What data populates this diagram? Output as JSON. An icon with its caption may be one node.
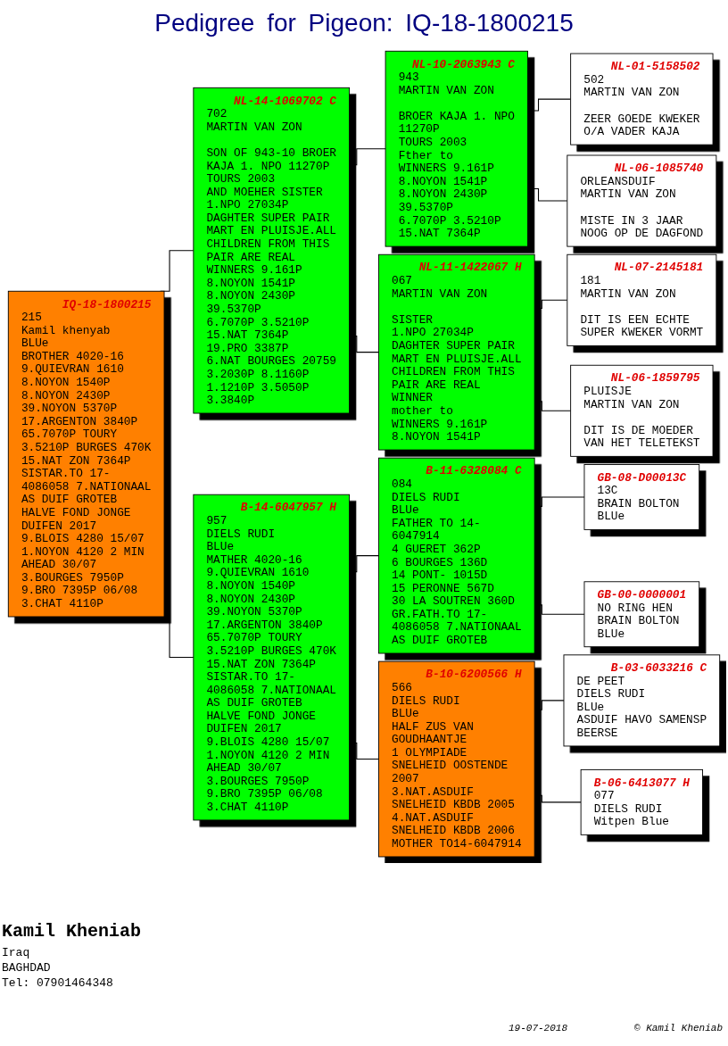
{
  "diagram": {
    "title": "Pedigree for Pigeon: IQ-18-1800215",
    "nodes": [
      {
        "text": [
          "IQ-18-1800215",
          "215",
          "Kamil khenyab",
          "BLUe",
          "BROTHER 4020-16",
          "9.QUIEVRAN 1610",
          "8.NOYON 1540P",
          "8.NOYON 2430P",
          "39.NOYON 5370P",
          "17.ARGENTON 3840P",
          "65.7070P TOURY",
          "3.5210P BURGES 470K",
          "15.NAT ZON 7364P",
          "SISTAR.TO 17-",
          "4086058 7.NATIONAAL",
          "AS DUIF GROTEB",
          "HALVE FOND JONGE",
          "DUIFEN 2017",
          "9.BLOIS 4280 15/07",
          "1.NOYON 4120 2 MIN",
          "AHEAD 30/07",
          "3.BOURGES 7950P",
          "9.BRO 7395P 06/08",
          "3.CHAT 4110P"
        ]
      },
      {
        "text": [
          "NL-14-1069702 C",
          "702",
          "MARTIN VAN ZON",
          "SON OF 943-10 BROER",
          "KAJA 1. NPO 11270P",
          "TOURS 2003",
          "AND MOEHER SISTER",
          "1.NPO 27034P",
          "DAGHTER SUPER PAIR",
          "MART EN PLUISJE.ALL",
          "CHILDREN FROM THIS",
          "PAIR ARE REAL",
          "WINNERS 9.161P",
          "8.NOYON 1541P",
          "8.NOYON 2430P",
          "39.5370P",
          "6.7070P 3.5210P",
          "15.NAT 7364P",
          "19.PRO 3387P",
          "6.NAT BOURGES 20759",
          "3.2030P 8.1160P",
          "1.1210P 3.5050P",
          "3.3840P"
        ]
      },
      {
        "text": [
          "B-14-6047957 H",
          "957",
          "DIELS RUDI",
          "BLUe",
          "MATHER 4020-16",
          "9.QUIEVRAN 1610",
          "8.NOYON 1540P",
          "8.NOYON 2430P",
          "39.NOYON 5370P",
          "17.ARGENTON 3840P",
          "65.7070P TOURY",
          "3.5210P BURGES 470K",
          "15.NAT ZON 7364P",
          "SISTAR.TO 17-",
          "4086058 7.NATIONAAL",
          "AS DUIF GROTEB",
          "HALVE FOND JONGE",
          "DUIFEN 2017",
          "9.BLOIS 4280 15/07",
          "1.NOYON 4120 2 MIN",
          "AHEAD 30/07",
          "3.BOURGES 7950P",
          "9.BRO 7395P 06/08",
          "3.CHAT 4110P"
        ]
      },
      {
        "text": [
          "NL-10-2063943 C",
          "943",
          "MARTIN VAN ZON",
          "BROER KAJA 1. NPO",
          "11270P",
          "TOURS 2003",
          "Fther to",
          "WINNERS 9.161P",
          "8.NOYON 1541P",
          "8.NOYON 2430P",
          "39.5370P",
          "6.7070P 3.5210P",
          "15.NAT 7364P"
        ]
      },
      {
        "text": [
          "NL-11-1422067 H",
          "067",
          "MARTIN VAN ZON",
          "SISTER",
          "1.NPO 27034P",
          "DAGHTER SUPER PAIR",
          "MART EN PLUISJE.ALL",
          "CHILDREN FROM THIS",
          "PAIR ARE REAL",
          "WINNER",
          "mother to",
          "WINNERS 9.161P",
          "8.NOYON 1541P"
        ]
      },
      {
        "text": [
          "B-11-6328084 C",
          "084",
          "DIELS RUDI",
          "BLUe",
          "FATHER TO 14-",
          "6047914",
          "4 GUERET 362P",
          "6 BOURGES 136D",
          "14 PONT- 1015D",
          "15 PERONNE 567D",
          "30 LA SOUTREN 360D",
          "GR.FATH.TO 17-",
          "4086058 7.NATIONAAL",
          "AS DUIF GROTEB"
        ]
      },
      {
        "text": [
          "B-10-6200566 H",
          "566",
          "DIELS RUDI",
          "BLUe",
          "HALF ZUS VAN",
          "GOUDHAANTJE",
          "1 OLYMPIADE",
          "SNELHEID OOSTENDE",
          "2007",
          "3.NAT.ASDUIF",
          "SNELHEID KBDB 2005",
          "4.NAT.ASDUIF",
          "SNELHEID KBDB 2006",
          "MOTHER TO14-6047914"
        ]
      },
      {
        "text": [
          "NL-01-5158502",
          "502",
          "MARTIN VAN ZON",
          "ZEER GOEDE KWEKER",
          "O/A VADER KAJA"
        ]
      },
      {
        "text": [
          "NL-06-1085740",
          "ORLEANSDUIF",
          "MARTIN VAN ZON",
          "MISTE IN 3 JAAR",
          "NOOG OP DE DAGFOND"
        ]
      },
      {
        "text": [
          "NL-07-2145181",
          "181",
          "MARTIN VAN ZON",
          "DIT IS EEN ECHTE",
          "SUPER KWEKER VORMT"
        ]
      },
      {
        "text": [
          "NL-06-1859795",
          "PLUISJE",
          "MARTIN VAN ZON",
          "DIT IS DE MOEDER",
          "VAN HET TELETEKST"
        ]
      },
      {
        "text": [
          "GB-08-D00013C",
          "13C",
          "BRAIN BOLTON",
          "BLUe"
        ]
      },
      {
        "text": [
          "GB-00-0000001",
          "NO RING HEN",
          "BRAIN BOLTON",
          "BLUe"
        ]
      },
      {
        "text": [
          "B-03-6033216 C",
          "DE PEET",
          "DIELS RUDI",
          "BLUe",
          "ASDUIF HAVO SAMENSP",
          "BEERSE"
        ]
      },
      {
        "text": [
          "B-06-6413077 H",
          "077",
          "DIELS RUDI",
          "Witpen Blue"
        ]
      }
    ],
    "edges": [
      {
        "from": 0,
        "to": 1,
        "arrow": "none"
      },
      {
        "from": 0,
        "to": 2,
        "arrow": "none"
      },
      {
        "from": 1,
        "to": 3,
        "arrow": "none"
      },
      {
        "from": 1,
        "to": 4,
        "arrow": "none"
      },
      {
        "from": 2,
        "to": 5,
        "arrow": "none"
      },
      {
        "from": 2,
        "to": 6,
        "arrow": "none"
      },
      {
        "from": 3,
        "to": 7,
        "arrow": "none"
      },
      {
        "from": 3,
        "to": 8,
        "arrow": "none"
      },
      {
        "from": 4,
        "to": 9,
        "arrow": "none"
      },
      {
        "from": 4,
        "to": 10,
        "arrow": "none"
      },
      {
        "from": 5,
        "to": 11,
        "arrow": "none"
      },
      {
        "from": 5,
        "to": 12,
        "arrow": "none"
      },
      {
        "from": 6,
        "to": 13,
        "arrow": "none"
      },
      {
        "from": 6,
        "to": 14,
        "arrow": "none"
      }
    ],
    "labels": [
      "Kamil Kheniab",
      "Iraq",
      "BAGHDAD",
      "Tel: 07901464348",
      "19-07-2018",
      "© Kamil Kheniab"
    ]
  }
}
